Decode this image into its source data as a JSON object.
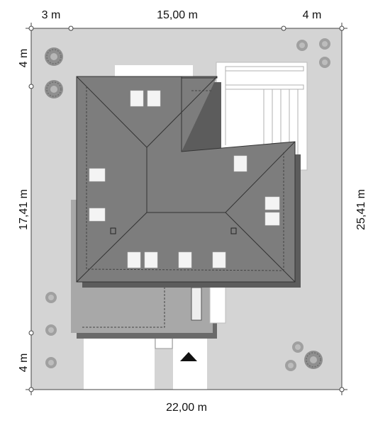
{
  "dimensions": {
    "top_left": "3 m",
    "top_center": "15,00 m",
    "top_right": "4 m",
    "bottom": "22,00 m",
    "left_top": "4 m",
    "left_middle": "17,41 m",
    "left_bottom": "4 m",
    "right": "25,41 m"
  },
  "colors": {
    "plot": "#d4d4d4",
    "roof": "#7a7a7a",
    "roof_shadow": "#5e5e5e",
    "terrace": "#a6a6a6",
    "skylight": "#f4f4f4",
    "path": "#ffffff"
  },
  "icons": {
    "entrance": "entrance-arrow-icon",
    "tree": "tree-icon"
  }
}
